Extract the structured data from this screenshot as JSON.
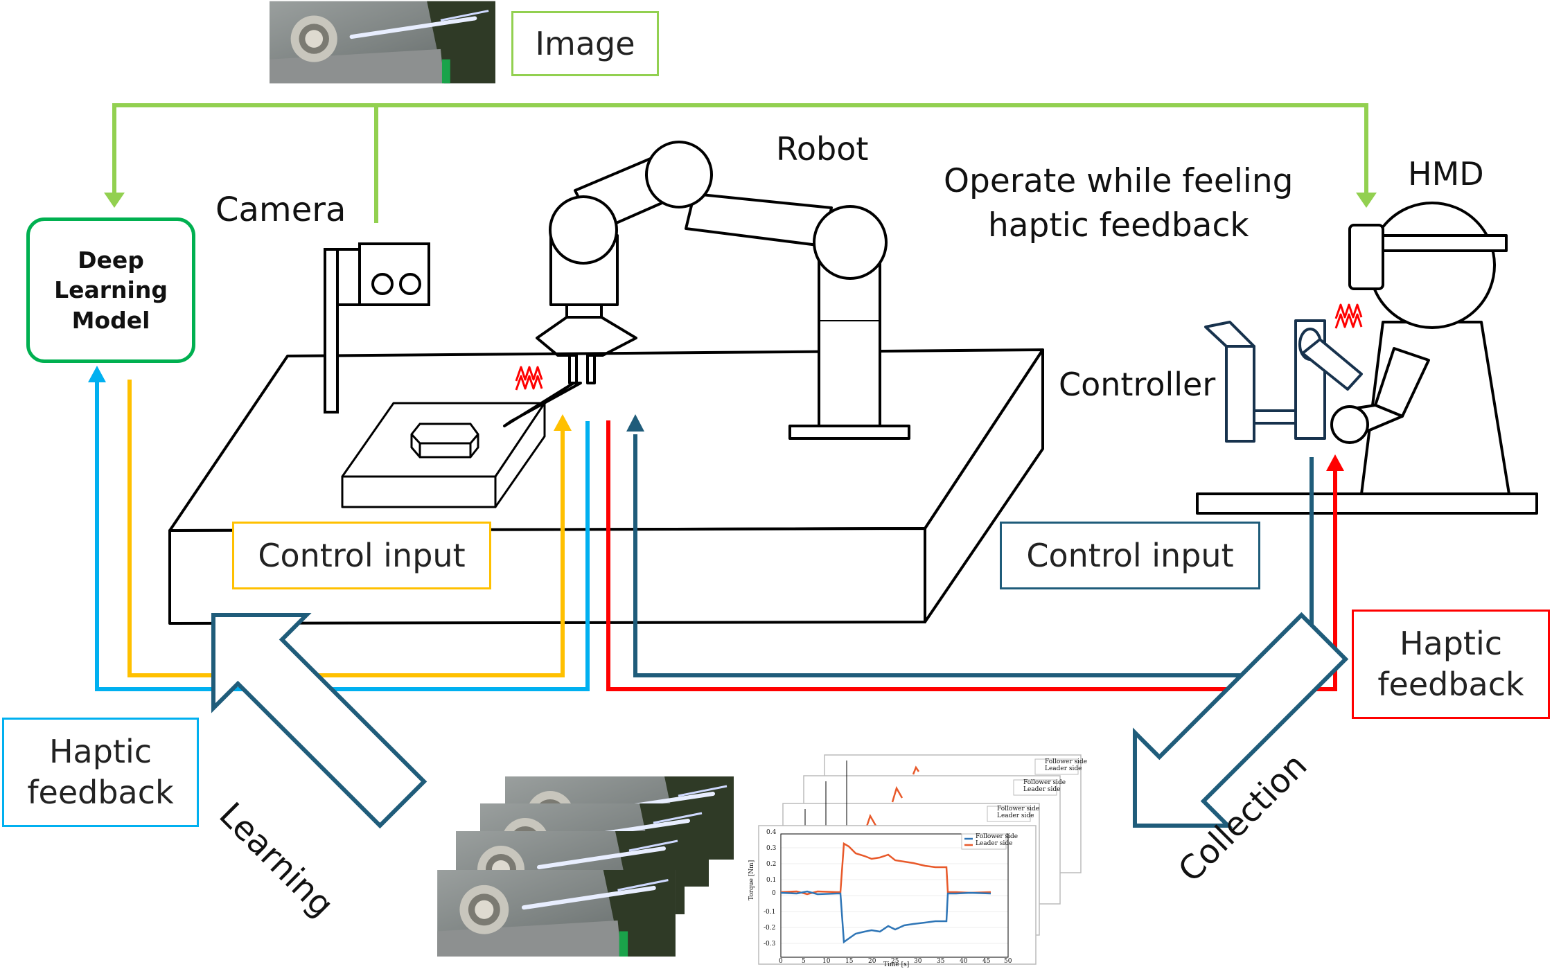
{
  "labels": {
    "image": "Image",
    "robot": "Robot",
    "camera": "Camera",
    "hmd": "HMD",
    "operate": "Operate while feeling\nhaptic feedback",
    "controller": "Controller",
    "deep_learning_model": "Deep\nLearning\nModel",
    "control_input_left": "Control input",
    "control_input_right": "Control input",
    "haptic_feedback_right": "Haptic\nfeedback",
    "haptic_feedback_left": "Haptic\nfeedback",
    "learning": "Learning",
    "collection": "Collection"
  },
  "plot_legend": {
    "follower": "Follower side",
    "leader": "Leader side"
  },
  "plot_axes": {
    "ylabel": "Torque [Nm]",
    "xlabel": "Time [s]",
    "xticks": [
      "0",
      "5",
      "10",
      "15",
      "20",
      "25",
      "30",
      "35",
      "40",
      "45",
      "50"
    ],
    "yticks": [
      "0.4",
      "0.3",
      "0.2",
      "0.1",
      "0",
      "-0.1",
      "-0.2",
      "-0.3"
    ]
  },
  "colors": {
    "image_path": "#92d050",
    "model_border": "#00b050",
    "haptic_left": "#00b0f0",
    "control_left": "#ffc000",
    "haptic_right": "#ff0000",
    "control_right": "#1f5c7a",
    "big_arrows": "#1f5c7a",
    "vibration": "#ff0000",
    "follower_series": "#2e75b6",
    "leader_series": "#e8592a"
  }
}
